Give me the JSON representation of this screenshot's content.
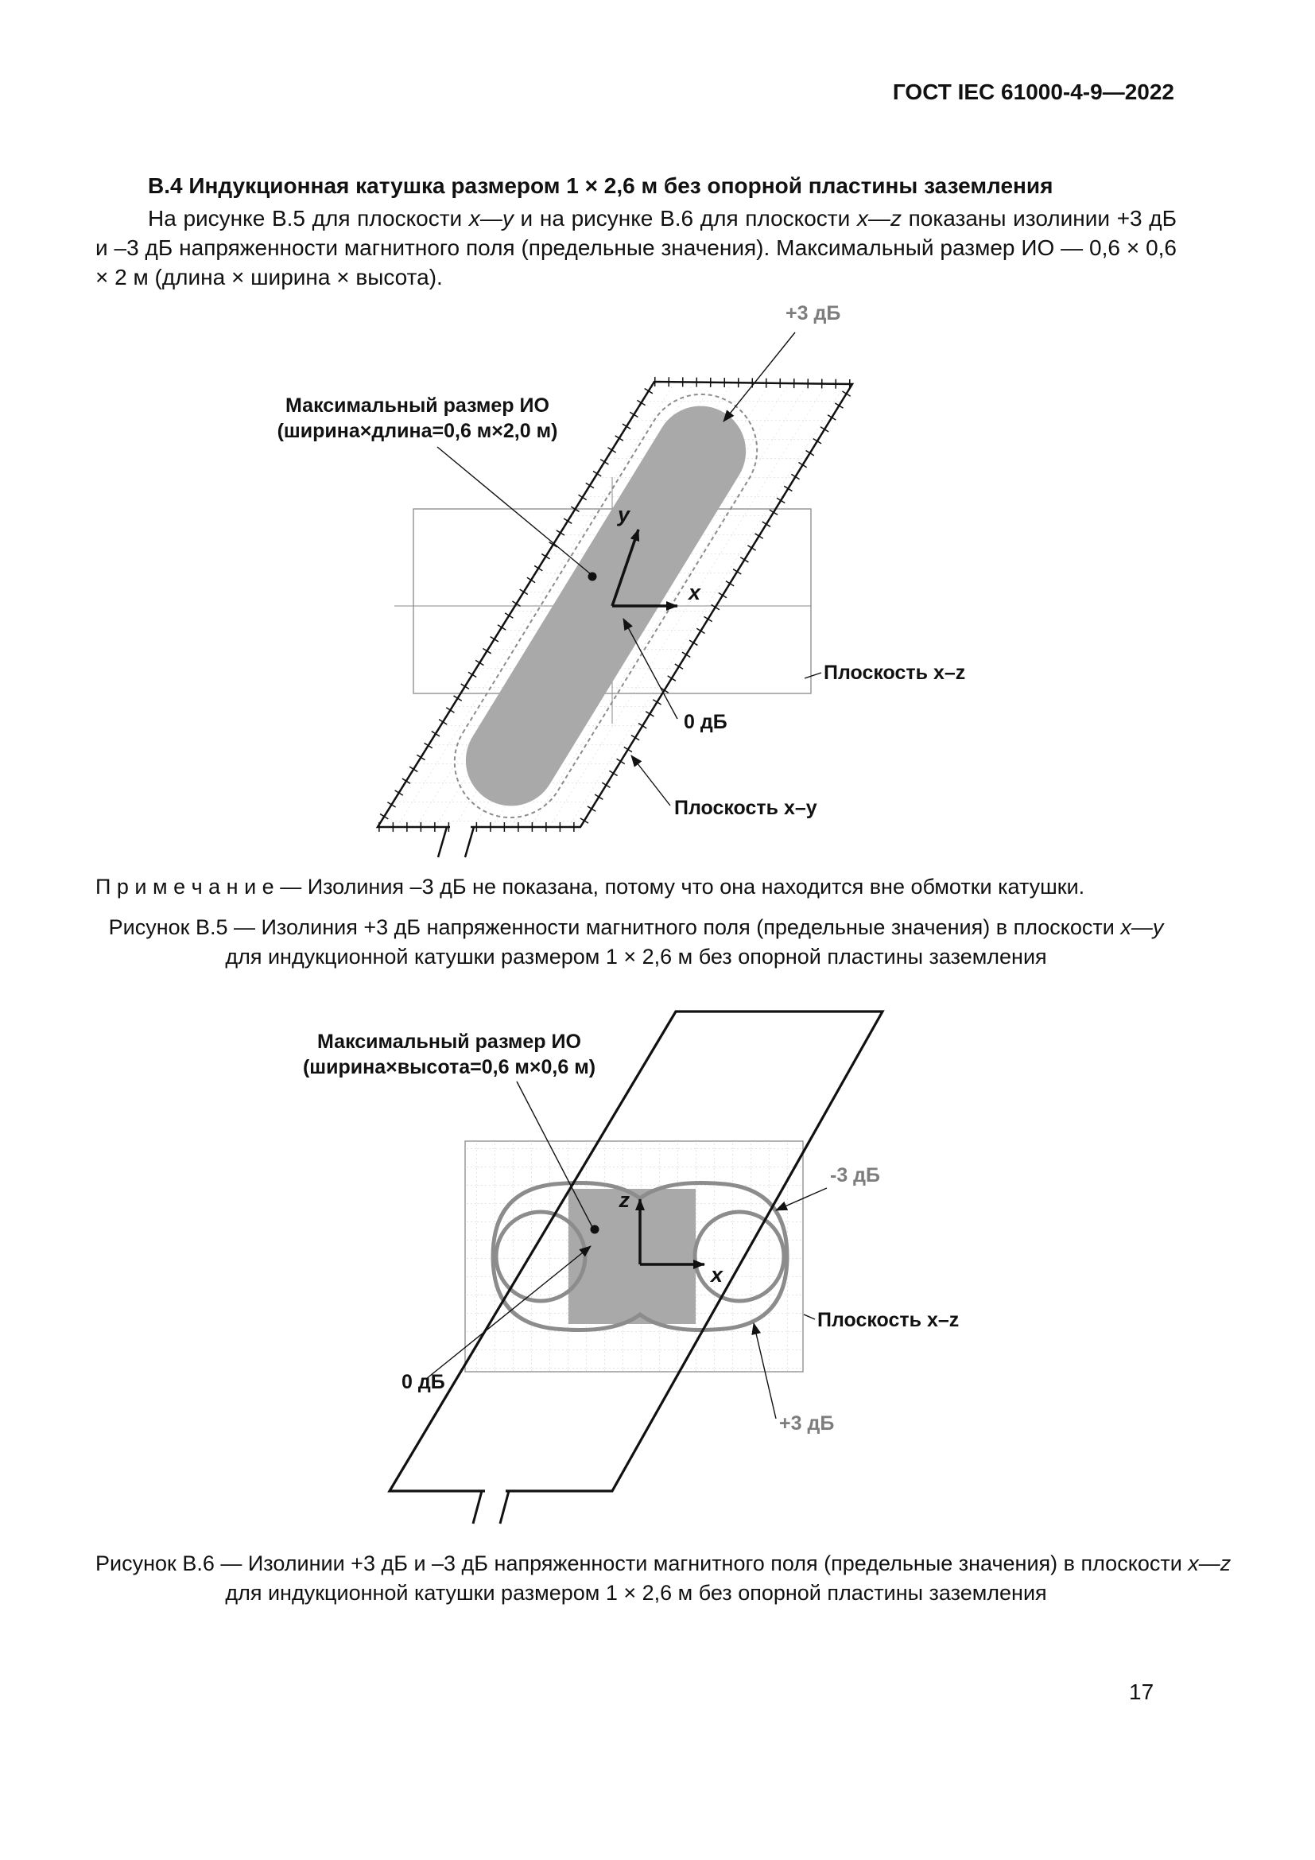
{
  "header": {
    "doc_code": "ГОСТ IEC 61000-4-9—2022"
  },
  "section": {
    "heading": "В.4  Индукционная катушка размером 1 × 2,6 м без опорной пластины заземления",
    "paragraph": {
      "seg1": "На рисунке В.5 для плоскости ",
      "plane_xy": "x—y",
      "seg2": " и на рисунке В.6 для плоскости ",
      "plane_xz": "x—z",
      "seg3": " показаны изолинии +3 дБ и –3 дБ напряженности магнитного поля (предельные значения). Максимальный размер ИО — 0,6 × 0,6 × 2 м (длина × ширина × высота)."
    }
  },
  "figure_b5": {
    "label_plus3db": "+3 дБ",
    "label_max_eut_line1": "Максимальный размер ИО",
    "label_max_eut_line2": "(ширина×длина=0,6 м×2,0 м)",
    "label_plane_xz": "Плоскость x–z",
    "label_0db": "0 дБ",
    "label_plane_xy": "Плоскость x–y",
    "axis_x": "x",
    "axis_y": "y",
    "note": "П р и м е ч а н и е  — Изолиния –3 дБ не показана, потому что она находится вне обмотки катушки.",
    "caption_line1_text": "Рисунок В.5 — Изолиния +3 дБ напряженности магнитного поля (предельные значения) в плоскости ",
    "caption_line1_plane": "x—y",
    "caption_line2": "для индукционной катушки размером 1 × 2,6 м без опорной пластины заземления"
  },
  "figure_b6": {
    "label_max_eut_line1": "Максимальный размер ИО",
    "label_max_eut_line2": "(ширина×высота=0,6 м×0,6 м)",
    "label_minus3db": "-3 дБ",
    "label_plane_xz": "Плоскость x–z",
    "label_0db": "0 дБ",
    "label_plus3db": "+3 дБ",
    "axis_x": "x",
    "axis_z": "z",
    "caption_line1_text": "Рисунок В.6 — Изолинии +3 дБ и –3 дБ напряженности магнитного поля (предельные значения) в плоскости ",
    "caption_line1_plane": "x—z",
    "caption_line2": "для индукционной катушки размером 1 × 2,6 м без опорной пластины заземления"
  },
  "footer": {
    "page_number": "17"
  },
  "colors": {
    "isoline_gray": "#8c8c8c",
    "region_fill_gray": "#a9a9a9",
    "label_gray": "#7d7d7d",
    "line_black": "#111111"
  }
}
